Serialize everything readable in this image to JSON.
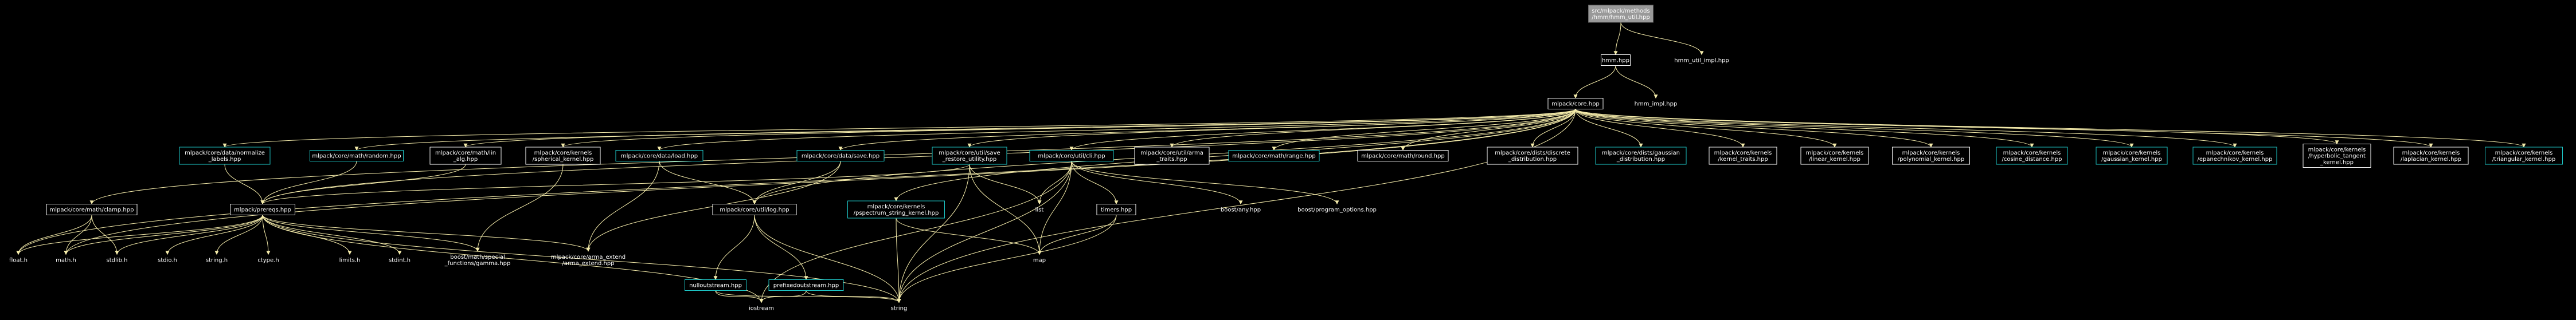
{
  "colors": {
    "background": "#000000",
    "edge": "#f5ecab",
    "node_text": "#ffffff",
    "root_fill": "#999999",
    "root_border": "#666666",
    "white_border": "#ffffff",
    "cyan_border": "#1ec8c8"
  },
  "nodes": [
    {
      "id": "root",
      "lines": [
        "src/mlpack/methods",
        "/hmm/hmm_util.hpp"
      ],
      "style": "root"
    },
    {
      "id": "hmm_hpp",
      "lines": [
        "hmm.hpp"
      ],
      "style": "white"
    },
    {
      "id": "hmm_util_impl",
      "lines": [
        "hmm_util_impl.hpp"
      ],
      "style": "none"
    },
    {
      "id": "core_hpp",
      "lines": [
        "mlpack/core.hpp"
      ],
      "style": "white"
    },
    {
      "id": "hmm_impl",
      "lines": [
        "hmm_impl.hpp"
      ],
      "style": "none"
    },
    {
      "id": "normalize_labels",
      "lines": [
        "mlpack/core/data/normalize",
        "_labels.hpp"
      ],
      "style": "cyan"
    },
    {
      "id": "random",
      "lines": [
        "mlpack/core/math/random.hpp"
      ],
      "style": "cyan"
    },
    {
      "id": "lin_alg",
      "lines": [
        "mlpack/core/math/lin",
        "_alg.hpp"
      ],
      "style": "white"
    },
    {
      "id": "spherical_kernel",
      "lines": [
        "mlpack/core/kernels",
        "/spherical_kernel.hpp"
      ],
      "style": "white"
    },
    {
      "id": "load",
      "lines": [
        "mlpack/core/data/load.hpp"
      ],
      "style": "cyan"
    },
    {
      "id": "save",
      "lines": [
        "mlpack/core/data/save.hpp"
      ],
      "style": "cyan"
    },
    {
      "id": "restore_utility",
      "lines": [
        "mlpack/core/util/save",
        "_restore_utility.hpp"
      ],
      "style": "cyan"
    },
    {
      "id": "cli",
      "lines": [
        "mlpack/core/util/cli.hpp"
      ],
      "style": "cyan"
    },
    {
      "id": "arma_traits",
      "lines": [
        "mlpack/core/util/arma",
        "_traits.hpp"
      ],
      "style": "white"
    },
    {
      "id": "range",
      "lines": [
        "mlpack/core/math/range.hpp"
      ],
      "style": "cyan"
    },
    {
      "id": "round",
      "lines": [
        "mlpack/core/math/round.hpp"
      ],
      "style": "white"
    },
    {
      "id": "discrete_distribution",
      "lines": [
        "mlpack/core/dists/discrete",
        "_distribution.hpp"
      ],
      "style": "white"
    },
    {
      "id": "gaussian_distribution",
      "lines": [
        "mlpack/core/dists/gaussian",
        "_distribution.hpp"
      ],
      "style": "cyan"
    },
    {
      "id": "kernel_traits",
      "lines": [
        "mlpack/core/kernels",
        "/kernel_traits.hpp"
      ],
      "style": "white"
    },
    {
      "id": "linear_kernel",
      "lines": [
        "mlpack/core/kernels",
        "/linear_kernel.hpp"
      ],
      "style": "white"
    },
    {
      "id": "polynomial_kernel",
      "lines": [
        "mlpack/core/kernels",
        "/polynomial_kernel.hpp"
      ],
      "style": "white"
    },
    {
      "id": "cosine_distance",
      "lines": [
        "mlpack/core/kernels",
        "/cosine_distance.hpp"
      ],
      "style": "cyan"
    },
    {
      "id": "gaussian_kernel",
      "lines": [
        "mlpack/core/kernels",
        "/gaussian_kernel.hpp"
      ],
      "style": "cyan"
    },
    {
      "id": "epanechnikov_kernel",
      "lines": [
        "mlpack/core/kernels",
        "/epanechnikov_kernel.hpp"
      ],
      "style": "cyan"
    },
    {
      "id": "hyperbolic_tangent",
      "lines": [
        "mlpack/core/kernels",
        "/hyperbolic_tangent",
        "_kernel.hpp"
      ],
      "style": "white"
    },
    {
      "id": "laplacian_kernel",
      "lines": [
        "mlpack/core/kernels",
        "/laplacian_kernel.hpp"
      ],
      "style": "white"
    },
    {
      "id": "triangular_kernel",
      "lines": [
        "mlpack/core/kernels",
        "/triangular_kernel.hpp"
      ],
      "style": "cyan"
    },
    {
      "id": "clamp",
      "lines": [
        "mlpack/core/math/clamp.hpp"
      ],
      "style": "white"
    },
    {
      "id": "prereqs",
      "lines": [
        "mlpack/prereqs.hpp"
      ],
      "style": "white"
    },
    {
      "id": "log",
      "lines": [
        "mlpack/core/util/log.hpp"
      ],
      "style": "white"
    },
    {
      "id": "pspectrum",
      "lines": [
        "mlpack/core/kernels",
        "/pspectrum_string_kernel.hpp"
      ],
      "style": "cyan"
    },
    {
      "id": "list",
      "lines": [
        "list"
      ],
      "style": "none"
    },
    {
      "id": "timers",
      "lines": [
        "timers.hpp"
      ],
      "style": "white"
    },
    {
      "id": "boost_any",
      "lines": [
        "boost/any.hpp"
      ],
      "style": "none"
    },
    {
      "id": "boost_program_options",
      "lines": [
        "boost/program_options.hpp"
      ],
      "style": "none"
    },
    {
      "id": "float_h",
      "lines": [
        "float.h"
      ],
      "style": "none"
    },
    {
      "id": "math_h",
      "lines": [
        "math.h"
      ],
      "style": "none"
    },
    {
      "id": "stdlib_h",
      "lines": [
        "stdlib.h"
      ],
      "style": "none"
    },
    {
      "id": "stdio_h",
      "lines": [
        "stdio.h"
      ],
      "style": "none"
    },
    {
      "id": "string_h",
      "lines": [
        "string.h"
      ],
      "style": "none"
    },
    {
      "id": "ctype_h",
      "lines": [
        "ctype.h"
      ],
      "style": "none"
    },
    {
      "id": "limits_h",
      "lines": [
        "limits.h"
      ],
      "style": "none"
    },
    {
      "id": "stdint_h",
      "lines": [
        "stdint.h"
      ],
      "style": "none"
    },
    {
      "id": "gamma",
      "lines": [
        "boost/math/special",
        "_functions/gamma.hpp"
      ],
      "style": "none"
    },
    {
      "id": "arma_extend",
      "lines": [
        "mlpack/core/arma_extend",
        "/arma_extend.hpp"
      ],
      "style": "none"
    },
    {
      "id": "map",
      "lines": [
        "map"
      ],
      "style": "none"
    },
    {
      "id": "nulloutstream",
      "lines": [
        "nulloutstream.hpp"
      ],
      "style": "cyan"
    },
    {
      "id": "prefixedoutstream",
      "lines": [
        "prefixedoutstream.hpp"
      ],
      "style": "cyan"
    },
    {
      "id": "iostream",
      "lines": [
        "iostream"
      ],
      "style": "none"
    },
    {
      "id": "string",
      "lines": [
        "string"
      ],
      "style": "none"
    }
  ],
  "edges": [
    [
      "root",
      "hmm_hpp"
    ],
    [
      "root",
      "hmm_util_impl"
    ],
    [
      "hmm_hpp",
      "core_hpp"
    ],
    [
      "hmm_hpp",
      "hmm_impl"
    ],
    [
      "core_hpp",
      "normalize_labels"
    ],
    [
      "core_hpp",
      "random"
    ],
    [
      "core_hpp",
      "lin_alg"
    ],
    [
      "core_hpp",
      "spherical_kernel"
    ],
    [
      "core_hpp",
      "load"
    ],
    [
      "core_hpp",
      "save"
    ],
    [
      "core_hpp",
      "restore_utility"
    ],
    [
      "core_hpp",
      "cli"
    ],
    [
      "core_hpp",
      "arma_traits"
    ],
    [
      "core_hpp",
      "range"
    ],
    [
      "core_hpp",
      "round"
    ],
    [
      "core_hpp",
      "discrete_distribution"
    ],
    [
      "core_hpp",
      "gaussian_distribution"
    ],
    [
      "core_hpp",
      "kernel_traits"
    ],
    [
      "core_hpp",
      "linear_kernel"
    ],
    [
      "core_hpp",
      "polynomial_kernel"
    ],
    [
      "core_hpp",
      "cosine_distance"
    ],
    [
      "core_hpp",
      "gaussian_kernel"
    ],
    [
      "core_hpp",
      "epanechnikov_kernel"
    ],
    [
      "core_hpp",
      "hyperbolic_tangent"
    ],
    [
      "core_hpp",
      "laplacian_kernel"
    ],
    [
      "core_hpp",
      "triangular_kernel"
    ],
    [
      "core_hpp",
      "clamp"
    ],
    [
      "core_hpp",
      "prereqs"
    ],
    [
      "core_hpp",
      "log"
    ],
    [
      "core_hpp",
      "pspectrum"
    ],
    [
      "core_hpp",
      "float_h"
    ],
    [
      "core_hpp",
      "math_h"
    ],
    [
      "core_hpp",
      "string"
    ],
    [
      "normalize_labels",
      "prereqs"
    ],
    [
      "random",
      "prereqs"
    ],
    [
      "lin_alg",
      "prereqs"
    ],
    [
      "spherical_kernel",
      "gamma"
    ],
    [
      "load",
      "log"
    ],
    [
      "load",
      "arma_extend"
    ],
    [
      "save",
      "log"
    ],
    [
      "save",
      "arma_extend"
    ],
    [
      "restore_utility",
      "list"
    ],
    [
      "restore_utility",
      "map"
    ],
    [
      "restore_utility",
      "string"
    ],
    [
      "restore_utility",
      "prereqs"
    ],
    [
      "cli",
      "list"
    ],
    [
      "cli",
      "map"
    ],
    [
      "cli",
      "timers"
    ],
    [
      "cli",
      "boost_any"
    ],
    [
      "cli",
      "boost_program_options"
    ],
    [
      "cli",
      "string"
    ],
    [
      "cli",
      "iostream"
    ],
    [
      "clamp",
      "float_h"
    ],
    [
      "clamp",
      "math_h"
    ],
    [
      "clamp",
      "stdlib_h"
    ],
    [
      "prereqs",
      "float_h"
    ],
    [
      "prereqs",
      "math_h"
    ],
    [
      "prereqs",
      "stdlib_h"
    ],
    [
      "prereqs",
      "stdio_h"
    ],
    [
      "prereqs",
      "string_h"
    ],
    [
      "prereqs",
      "ctype_h"
    ],
    [
      "prereqs",
      "limits_h"
    ],
    [
      "prereqs",
      "stdint_h"
    ],
    [
      "prereqs",
      "gamma"
    ],
    [
      "prereqs",
      "arma_extend"
    ],
    [
      "prereqs",
      "iostream"
    ],
    [
      "prereqs",
      "string"
    ],
    [
      "log",
      "nulloutstream"
    ],
    [
      "log",
      "prefixedoutstream"
    ],
    [
      "log",
      "string"
    ],
    [
      "pspectrum",
      "map"
    ],
    [
      "pspectrum",
      "string"
    ],
    [
      "timers",
      "map"
    ],
    [
      "timers",
      "string"
    ],
    [
      "nulloutstream",
      "iostream"
    ],
    [
      "nulloutstream",
      "string"
    ],
    [
      "prefixedoutstream",
      "iostream"
    ],
    [
      "prefixedoutstream",
      "string"
    ]
  ]
}
